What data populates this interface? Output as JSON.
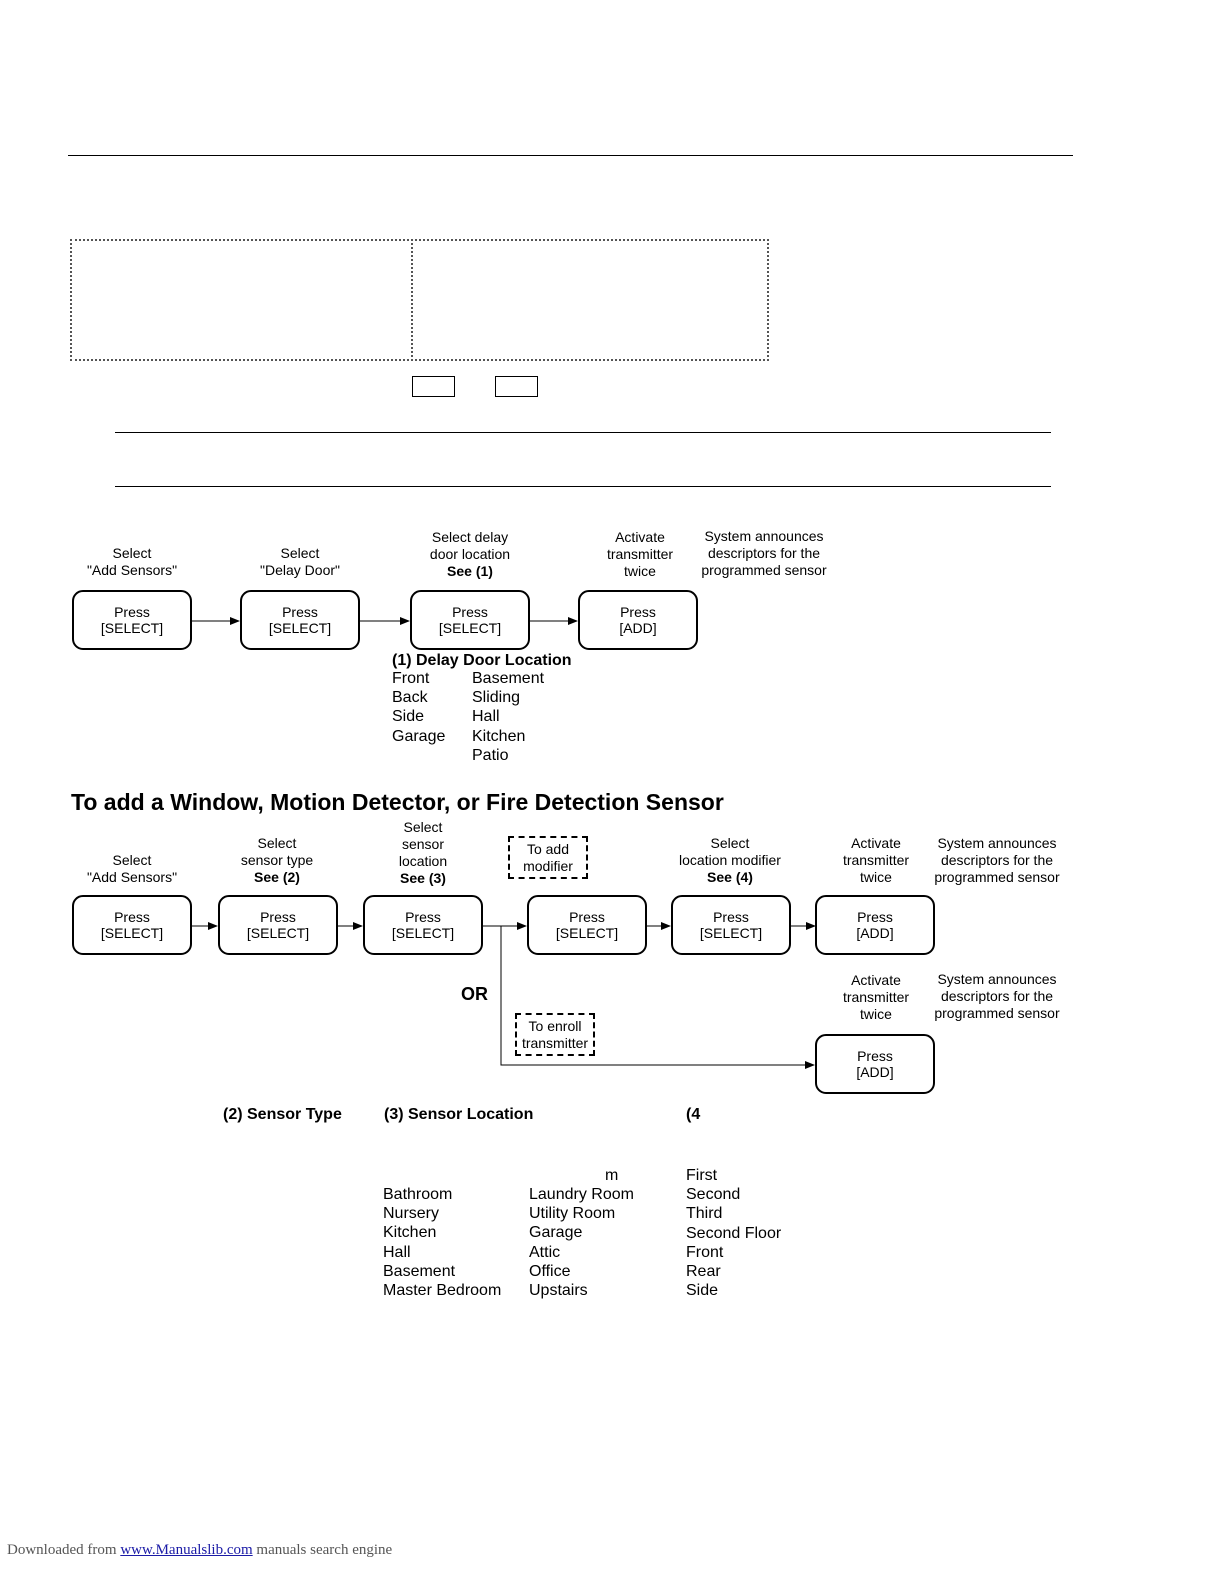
{
  "delay_door": {
    "steps": [
      {
        "caption": [
          "Select",
          "\"Add Sensors\""
        ],
        "bold": null,
        "button": [
          "Press",
          "[SELECT]"
        ]
      },
      {
        "caption": [
          "Select",
          "\"Delay Door\""
        ],
        "bold": null,
        "button": [
          "Press",
          "[SELECT]"
        ]
      },
      {
        "caption": [
          "Select delay",
          "door location"
        ],
        "bold": "See (1)",
        "button": [
          "Press",
          "[SELECT]"
        ]
      },
      {
        "caption": [
          "Activate",
          "transmitter",
          "twice"
        ],
        "bold": null,
        "button": [
          "Press",
          "[ADD]"
        ]
      }
    ],
    "announce": [
      "System announces",
      "descriptors for the",
      "programmed sensor"
    ],
    "location_heading": "(1) Delay Door Location",
    "locations_col1": [
      "Front",
      "Back",
      "Side",
      "Garage"
    ],
    "locations_col2": [
      "Basement",
      "Sliding",
      "Hall",
      "Kitchen",
      "Patio"
    ]
  },
  "window_section": {
    "heading": "To add a Window, Motion Detector, or Fire Detection Sensor",
    "steps": [
      {
        "caption": [
          "Select",
          "\"Add Sensors\""
        ],
        "bold": null,
        "button": [
          "Press",
          "[SELECT]"
        ]
      },
      {
        "caption": [
          "Select",
          "sensor type"
        ],
        "bold": "See (2)",
        "button": [
          "Press",
          "[SELECT]"
        ]
      },
      {
        "caption": [
          "Select",
          "sensor",
          "location"
        ],
        "bold": "See (3)",
        "button": [
          "Press",
          "[SELECT]"
        ]
      },
      {
        "caption": [],
        "bold": null,
        "button": [
          "Press",
          "[SELECT]"
        ]
      },
      {
        "caption": [
          "Select",
          "location modifier"
        ],
        "bold": "See (4)",
        "button": [
          "Press",
          "[SELECT]"
        ]
      },
      {
        "caption": [
          "Activate",
          "transmitter",
          "twice"
        ],
        "bold": null,
        "button": [
          "Press",
          "[ADD]"
        ]
      }
    ],
    "announce_top": [
      "System announces",
      "descriptors for the",
      "programmed sensor"
    ],
    "modifier_note": [
      "To add",
      "modifier"
    ],
    "or_label": "OR",
    "enroll_note": [
      "To enroll",
      "transmitter"
    ],
    "alt_caption": [
      "Activate",
      "transmitter",
      "twice"
    ],
    "alt_announce": [
      "System announces",
      "descriptors for the",
      "programmed sensor"
    ],
    "alt_button": [
      "Press",
      "[ADD]"
    ],
    "sensor_type_heading": "(2) Sensor Type",
    "sensor_location_heading": "(3) Sensor Location",
    "modifier_heading": "(4",
    "col2_stray": "m",
    "locations_col1": [
      "Bathroom",
      "Nursery",
      "Kitchen",
      "Hall",
      "Basement",
      "Master Bedroom"
    ],
    "locations_col2": [
      "Laundry Room",
      "Utility Room",
      "Garage",
      "Attic",
      "Office",
      "Upstairs"
    ],
    "modifiers": [
      "First",
      "Second",
      "Third",
      "Second Floor",
      "Front",
      "Rear",
      "Side"
    ]
  },
  "footer": {
    "prefix": "Downloaded from ",
    "link": "www.Manualslib.com",
    "suffix": " manuals search engine"
  }
}
